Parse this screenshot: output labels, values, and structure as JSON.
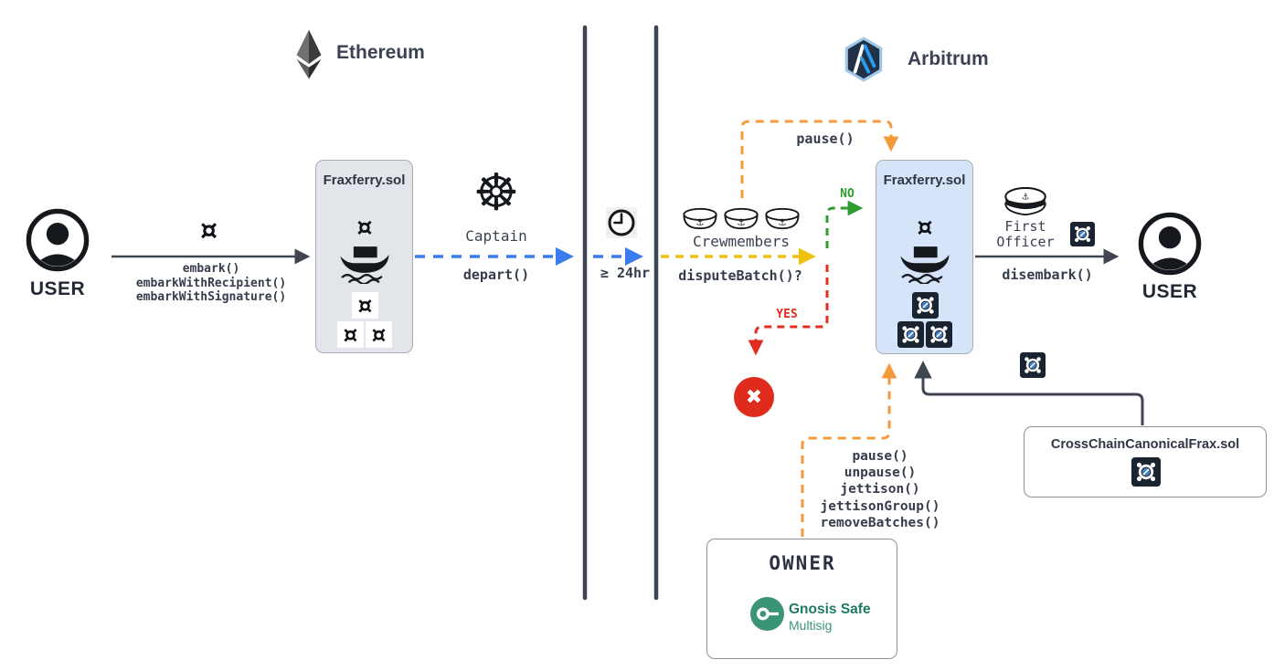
{
  "chains": {
    "left": {
      "name": "Ethereum"
    },
    "right": {
      "name": "Arbitrum"
    }
  },
  "users": {
    "left": "USER",
    "right": "USER"
  },
  "boxes": {
    "fraxferry_left": {
      "title": "Fraxferry.sol"
    },
    "fraxferry_right": {
      "title": "Fraxferry.sol"
    },
    "crosschain": {
      "title": "CrossChainCanonicalFrax.sol"
    },
    "owner": {
      "title": "OWNER",
      "logo": "Gnosis Safe",
      "logo_sub": "Multisig"
    }
  },
  "actors": {
    "captain": "Captain",
    "crewmembers": "Crewmembers",
    "first_officer": [
      "First",
      "Officer"
    ]
  },
  "edges": {
    "embark": {
      "lines": [
        "embark()",
        "embarkWithRecipient()",
        "embarkWithSignature()"
      ]
    },
    "depart": {
      "label": "depart()"
    },
    "wait": {
      "label": "≥ 24hr"
    },
    "dispute": {
      "label": "disputeBatch()?"
    },
    "pause_top": {
      "label": "pause()"
    },
    "no": {
      "label": "NO"
    },
    "yes": {
      "label": "YES"
    },
    "disembark": {
      "label": "disembark()"
    },
    "owner_calls": {
      "lines": [
        "pause()",
        "unpause()",
        "jettison()",
        "jettisonGroup()",
        "removeBatches()"
      ]
    }
  },
  "icons": {
    "helm": "☸",
    "anchor": "⚓",
    "frax": "¤",
    "error_cross": "✖"
  },
  "colors": {
    "arrow_blue": "#3a7bed",
    "arrow_yellow": "#f0c10d",
    "arrow_green": "#2e9c2e",
    "arrow_red": "#e02d1f",
    "arrow_orange": "#f59a3c",
    "arrow_dark": "#3f4652",
    "gnosis_green": "#3c9478",
    "box_gray": "#e2e5e9",
    "box_blue": "#d6e4f9",
    "token_dark": "#1a2330",
    "token_globe": "#3f80c8"
  }
}
